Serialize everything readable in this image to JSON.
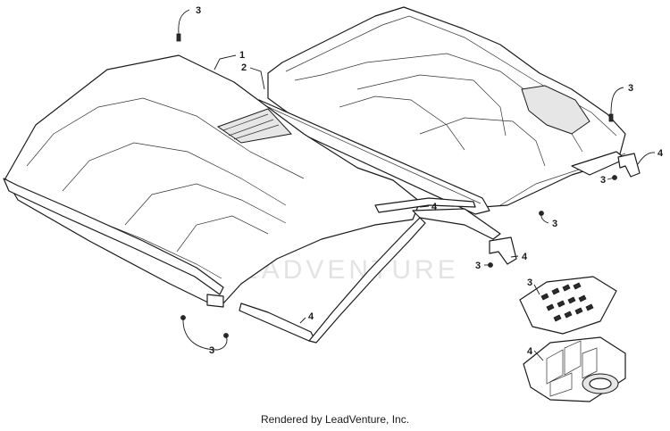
{
  "callouts": {
    "c1": "1",
    "c2": "2",
    "c3a": "3",
    "c3b": "3",
    "c3c": "3",
    "c3d": "3",
    "c3e": "3",
    "c3f": "3",
    "c3g": "3",
    "c4a": "4",
    "c4b": "4",
    "c4c": "4",
    "c4d": "4",
    "c4e": "4"
  },
  "watermark": {
    "text": "LEADVENTURE",
    "logo_icon": "flame-icon"
  },
  "footer": {
    "credit": "Rendered by LeadVenture, Inc."
  }
}
